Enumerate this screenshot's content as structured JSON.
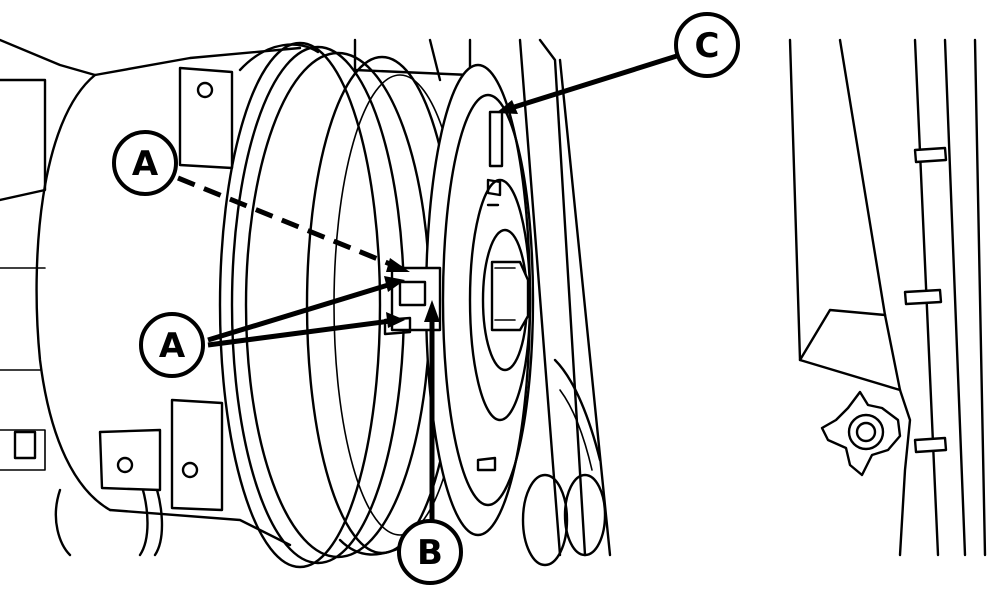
{
  "callouts": {
    "a_upper": "A",
    "a_lower": "A",
    "b": "B",
    "c": "C"
  },
  "colors": {
    "ink": "#000000",
    "paper": "#ffffff"
  }
}
